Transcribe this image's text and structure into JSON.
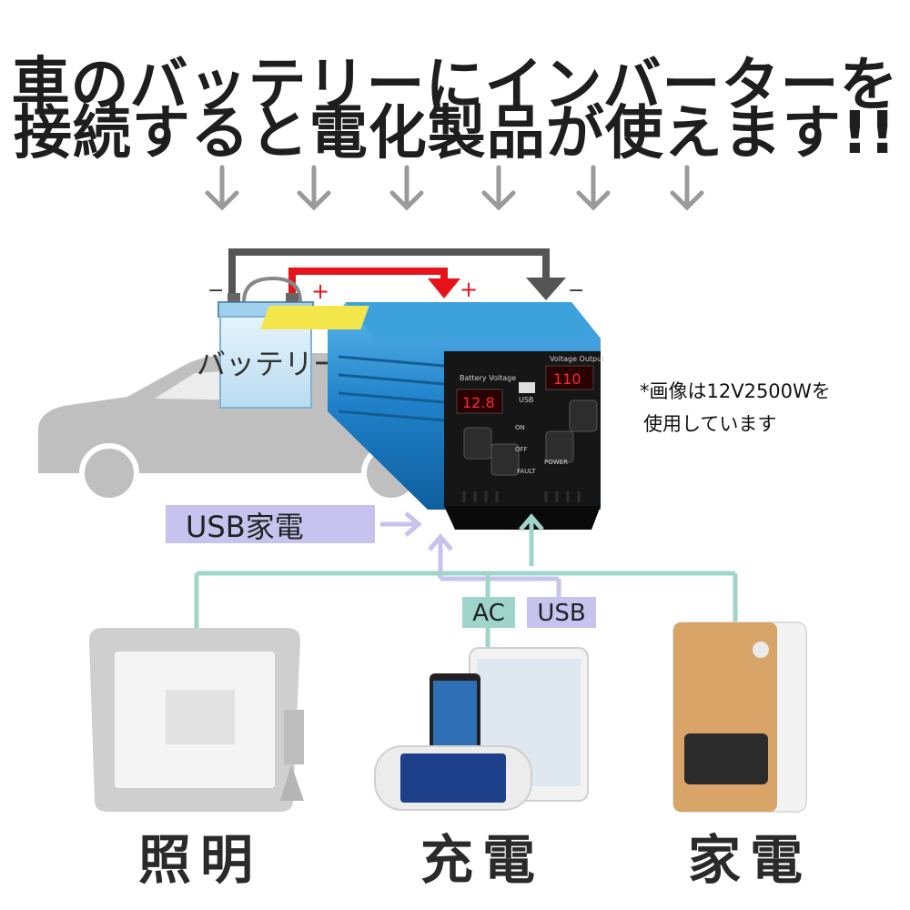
{
  "headline": {
    "line1": "車のバッテリーにインバーターを",
    "line2": "接続すると電化製品が使えます!!"
  },
  "battery": {
    "label": "バッテリー",
    "minus": "−",
    "plus": "+"
  },
  "inverter": {
    "plus": "+",
    "minus": "−",
    "panel_left": "Battery Voltage",
    "panel_right": "Voltage Output",
    "usb": "USB",
    "led_left": "12.8",
    "led_right": "110",
    "switch_on": "ON",
    "switch_off": "OFF",
    "fault": "FAULT",
    "power": "POWER"
  },
  "note": {
    "line1": "*画像は12V2500Wを",
    "line2": "使用しています"
  },
  "usb_appliance": "USB家電",
  "tags": {
    "ac": "AC",
    "usb": "USB"
  },
  "categories": {
    "lighting": "照明",
    "charging": "充電",
    "appliance": "家電"
  },
  "colors": {
    "dark_wire": "#555555",
    "red_wire": "#e8121a",
    "teal_wire": "#9fd4cb",
    "lavender": "#c6c3ee",
    "inverter_blue": "#2e8fd0"
  }
}
